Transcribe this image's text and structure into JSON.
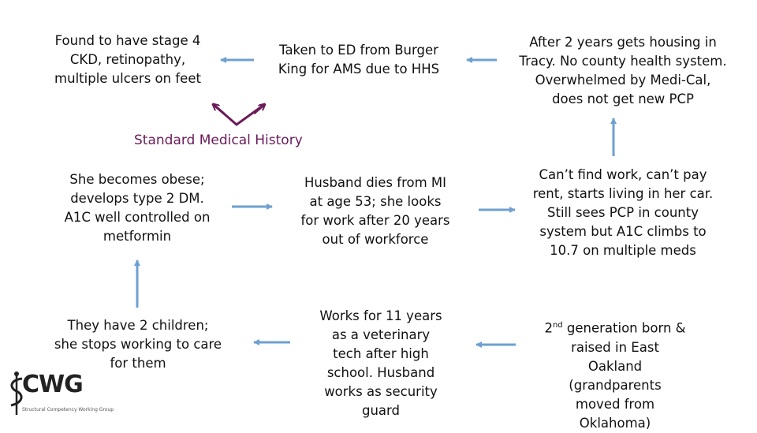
{
  "boxes": {
    "found": [
      "Found to have stage 4",
      "CKD, retinopathy,",
      "multiple ulcers on feet"
    ],
    "ed": [
      "Taken to ED from Burger",
      "King for AMS due to HHS"
    ],
    "housing": [
      "After 2 years gets housing in",
      "Tracy. No county health system.",
      "Overwhelmed by Medi-Cal,",
      "does not get new PCP"
    ],
    "obese": [
      "She becomes obese;",
      "develops type 2 DM.",
      "A1C well controlled on",
      "metformin"
    ],
    "husband": [
      "Husband dies from MI",
      "at age 53; she looks",
      "for work after 20 years",
      "out of workforce"
    ],
    "cantfind": [
      "Can’t find work, can’t pay",
      "rent, starts living in her car.",
      "Still sees PCP in county",
      "system but A1C climbs to",
      "10.7 on multiple meds"
    ],
    "children": [
      "They have 2 children;",
      "she stops working to care",
      "for them"
    ],
    "works": [
      "Works for 11 years",
      "as a veterinary",
      "tech after high",
      "school. Husband",
      "works as security",
      "guard"
    ],
    "generation": {
      "line1_num": "2",
      "line1_sup": "nd",
      "line1_rest": " generation born &",
      "rest": [
        "raised in East",
        "Oakland",
        "(grandparents",
        "moved from",
        "Oklahoma)"
      ]
    }
  },
  "subtitle": "Standard Medical History",
  "logo": {
    "text": "CWG",
    "sub": "Structural Competency Working Group"
  },
  "colors": {
    "arrow": "#6fa0cf",
    "accent": "#6a1b5a"
  }
}
